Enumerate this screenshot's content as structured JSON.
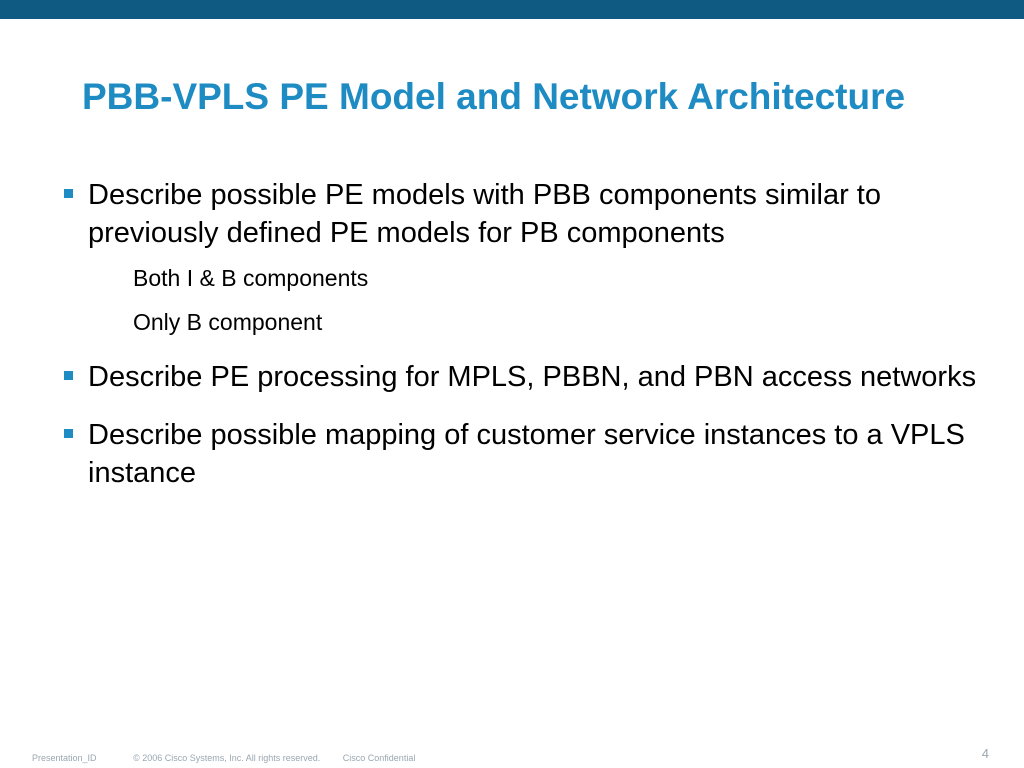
{
  "slide": {
    "title": "PBB-VPLS PE Model and Network Architecture",
    "bullets": [
      {
        "text": "Describe possible PE models with PBB components similar to previously defined PE models for PB components",
        "subitems": [
          "Both I & B components",
          "Only B component"
        ]
      },
      {
        "text": "Describe PE processing for MPLS, PBBN, and PBN access networks"
      },
      {
        "text": "Describe possible mapping of customer service instances to a VPLS instance"
      }
    ]
  },
  "footer": {
    "presentation_id": "Presentation_ID",
    "copyright": "© 2006 Cisco Systems, Inc. All rights reserved.",
    "confidential": "Cisco Confidential",
    "page_number": "4"
  },
  "colors": {
    "top_bar": "#0f5a82",
    "title": "#1e8bc3",
    "bullet_marker": "#1e8bc3",
    "footer_text": "#9aa7b0"
  }
}
